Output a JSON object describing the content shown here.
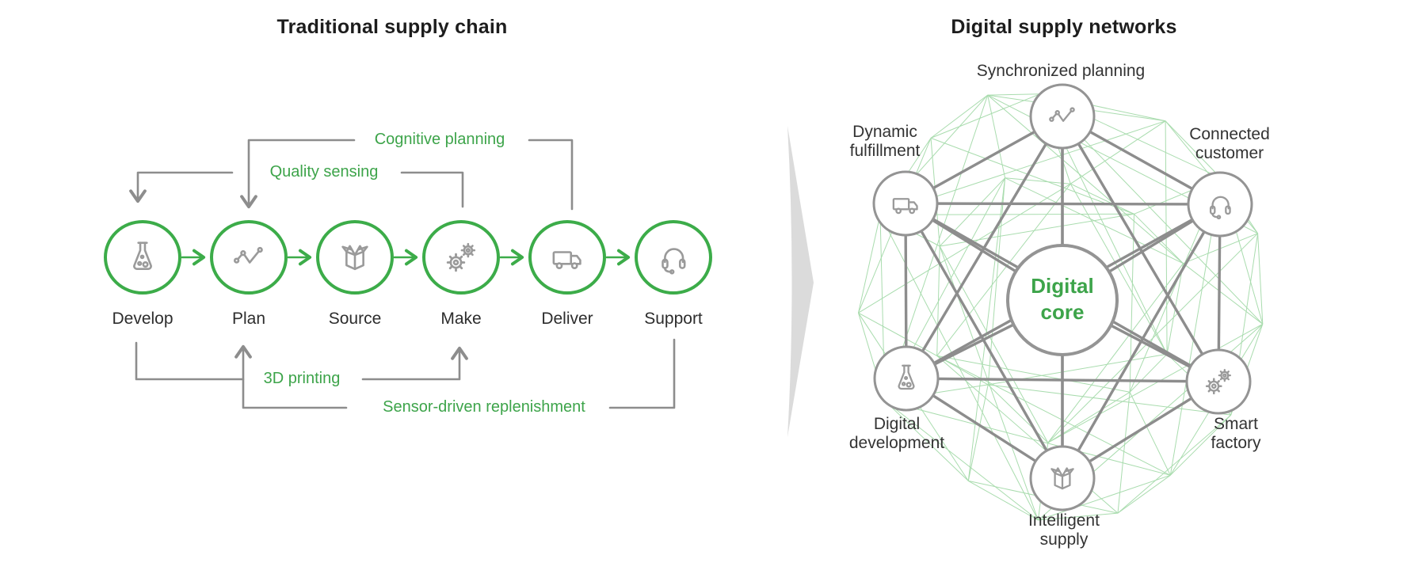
{
  "titles": {
    "left": "Traditional supply chain",
    "right": "Digital supply networks"
  },
  "colors": {
    "green": "#3cac49",
    "green_text": "#3da44a",
    "mesh_green": "#a9dcae",
    "gray_line": "#8d8d8d",
    "gray_icon": "#9a9a9a",
    "node_ring": "#949494",
    "arrow_fill": "#dbdbdb"
  },
  "traditional": {
    "stages": [
      {
        "label": "Develop",
        "icon": "flask-icon"
      },
      {
        "label": "Plan",
        "icon": "trend-line-icon"
      },
      {
        "label": "Source",
        "icon": "open-box-icon"
      },
      {
        "label": "Make",
        "icon": "gears-icon"
      },
      {
        "label": "Deliver",
        "icon": "truck-icon"
      },
      {
        "label": "Support",
        "icon": "headset-icon"
      }
    ],
    "top_overlays": [
      {
        "label": "Cognitive planning",
        "from": "Deliver",
        "to": "Plan"
      },
      {
        "label": "Quality sensing",
        "from": "Make",
        "to": "Develop"
      }
    ],
    "bottom_overlays": [
      {
        "label": "3D printing",
        "from": "Develop",
        "to": "Make"
      },
      {
        "label": "Sensor-driven replenishment",
        "from": "Support",
        "to": "Plan"
      }
    ]
  },
  "digital": {
    "core": {
      "label": "Digital core"
    },
    "nodes": [
      {
        "label": "Synchronized planning",
        "icon": "trend-line-icon"
      },
      {
        "label": "Dynamic fulfillment",
        "icon": "truck-icon"
      },
      {
        "label": "Connected customer",
        "icon": "headset-icon"
      },
      {
        "label": "Digital development",
        "icon": "flask-icon"
      },
      {
        "label": "Smart factory",
        "icon": "gears-icon"
      },
      {
        "label": "Intelligent supply",
        "icon": "open-box-icon"
      }
    ]
  }
}
